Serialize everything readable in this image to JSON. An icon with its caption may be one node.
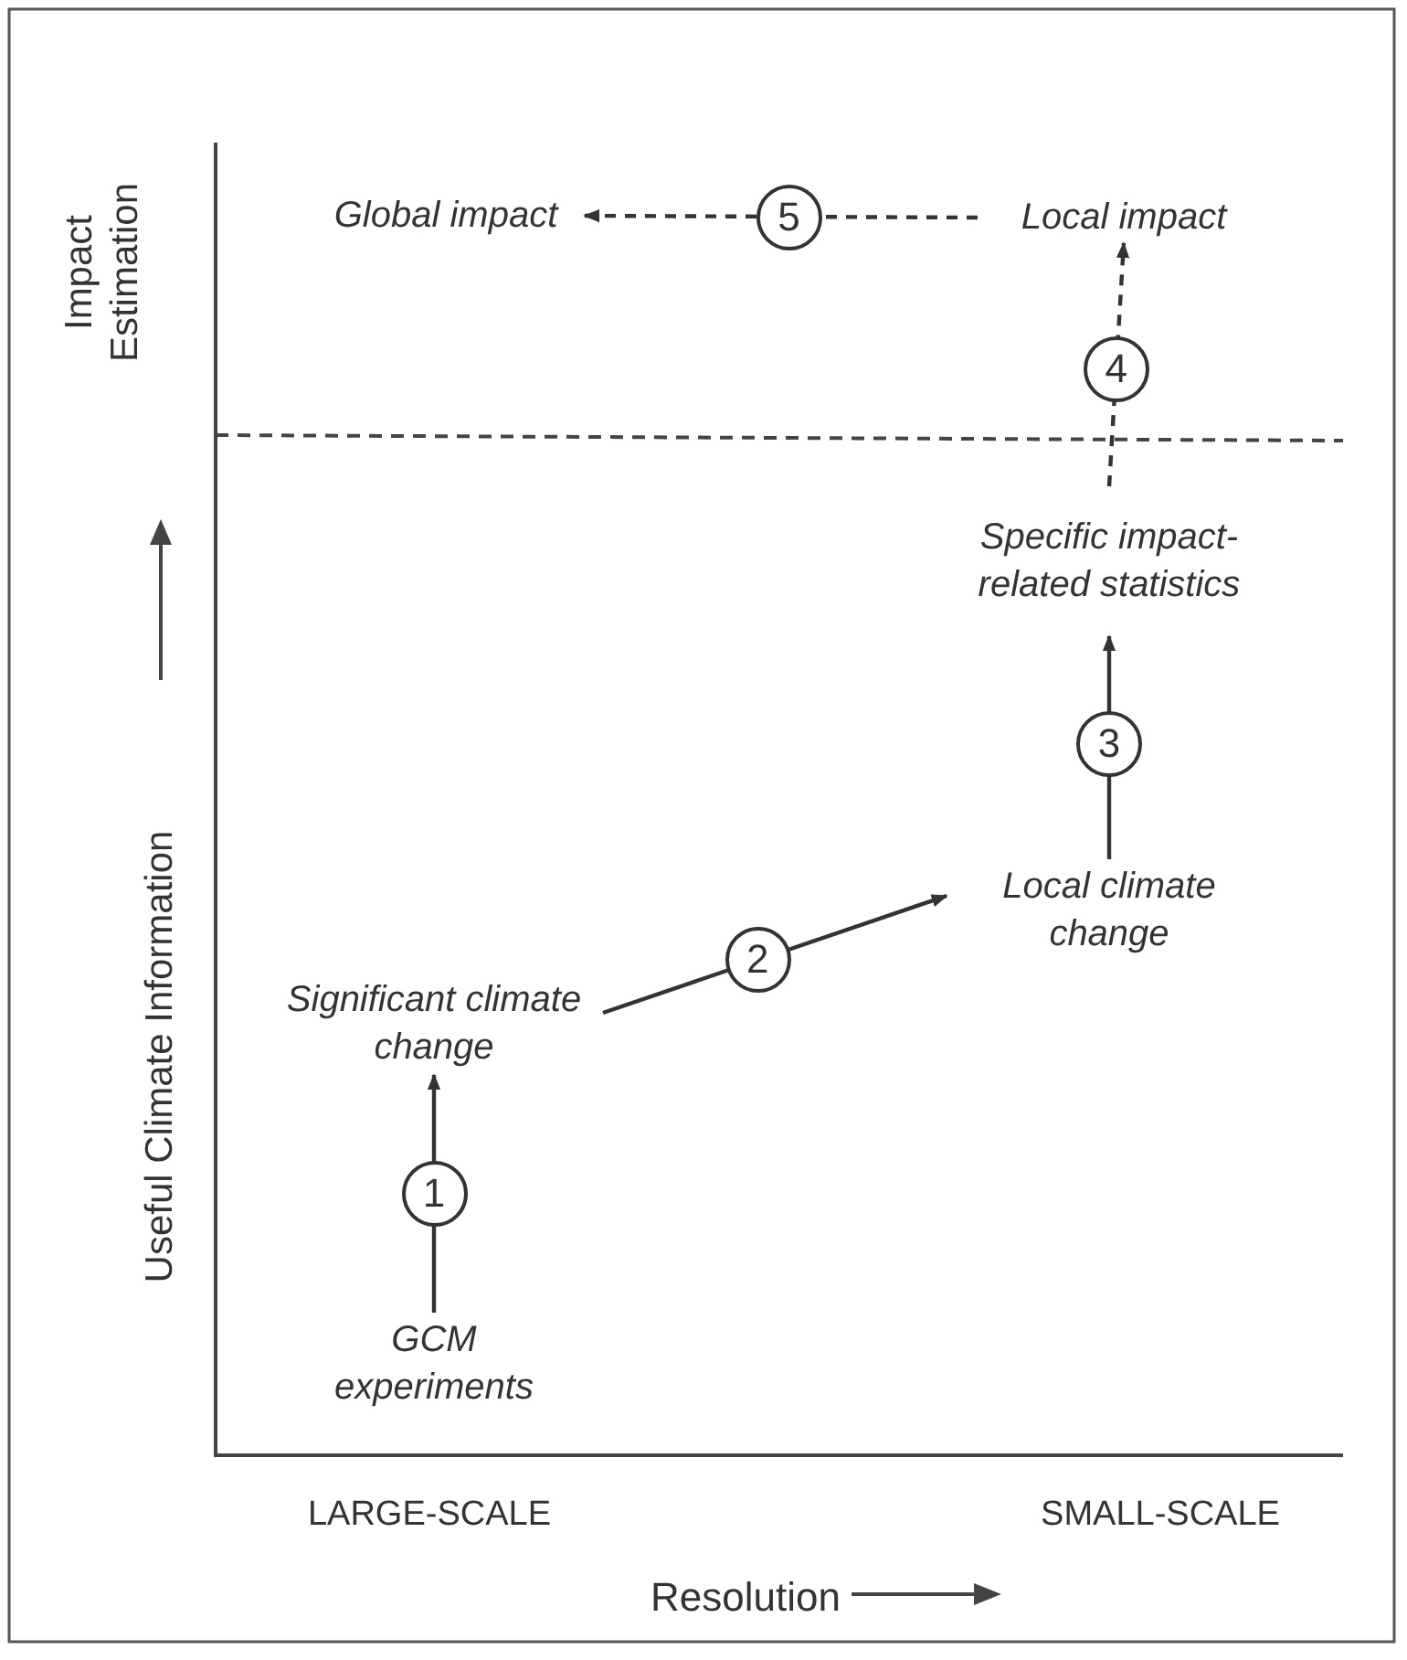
{
  "diagram": {
    "nodes": [
      {
        "text": [
          "GCM experiments"
        ]
      },
      {
        "text": [
          "Significant climate change"
        ]
      },
      {
        "text": [
          "Local climate change"
        ]
      },
      {
        "text": [
          "Specific impact-related statistics"
        ]
      },
      {
        "text": [
          "Local impact"
        ]
      },
      {
        "text": [
          "Global impact"
        ]
      }
    ],
    "edges": [
      {
        "from": 0,
        "to": 1,
        "arrow": "to",
        "label": "1"
      },
      {
        "from": 1,
        "to": 2,
        "arrow": "to",
        "label": "2"
      },
      {
        "from": 2,
        "to": 3,
        "arrow": "to",
        "label": "3"
      },
      {
        "from": 3,
        "to": 4,
        "arrow": "to",
        "label": "4",
        "style": "dashed"
      },
      {
        "from": 4,
        "to": 5,
        "arrow": "to",
        "label": "5",
        "style": "dashed"
      }
    ],
    "labels": [
      "Impact Estimation",
      "Useful Climate Information",
      "LARGE-SCALE",
      "SMALL-SCALE",
      "Resolution"
    ]
  }
}
